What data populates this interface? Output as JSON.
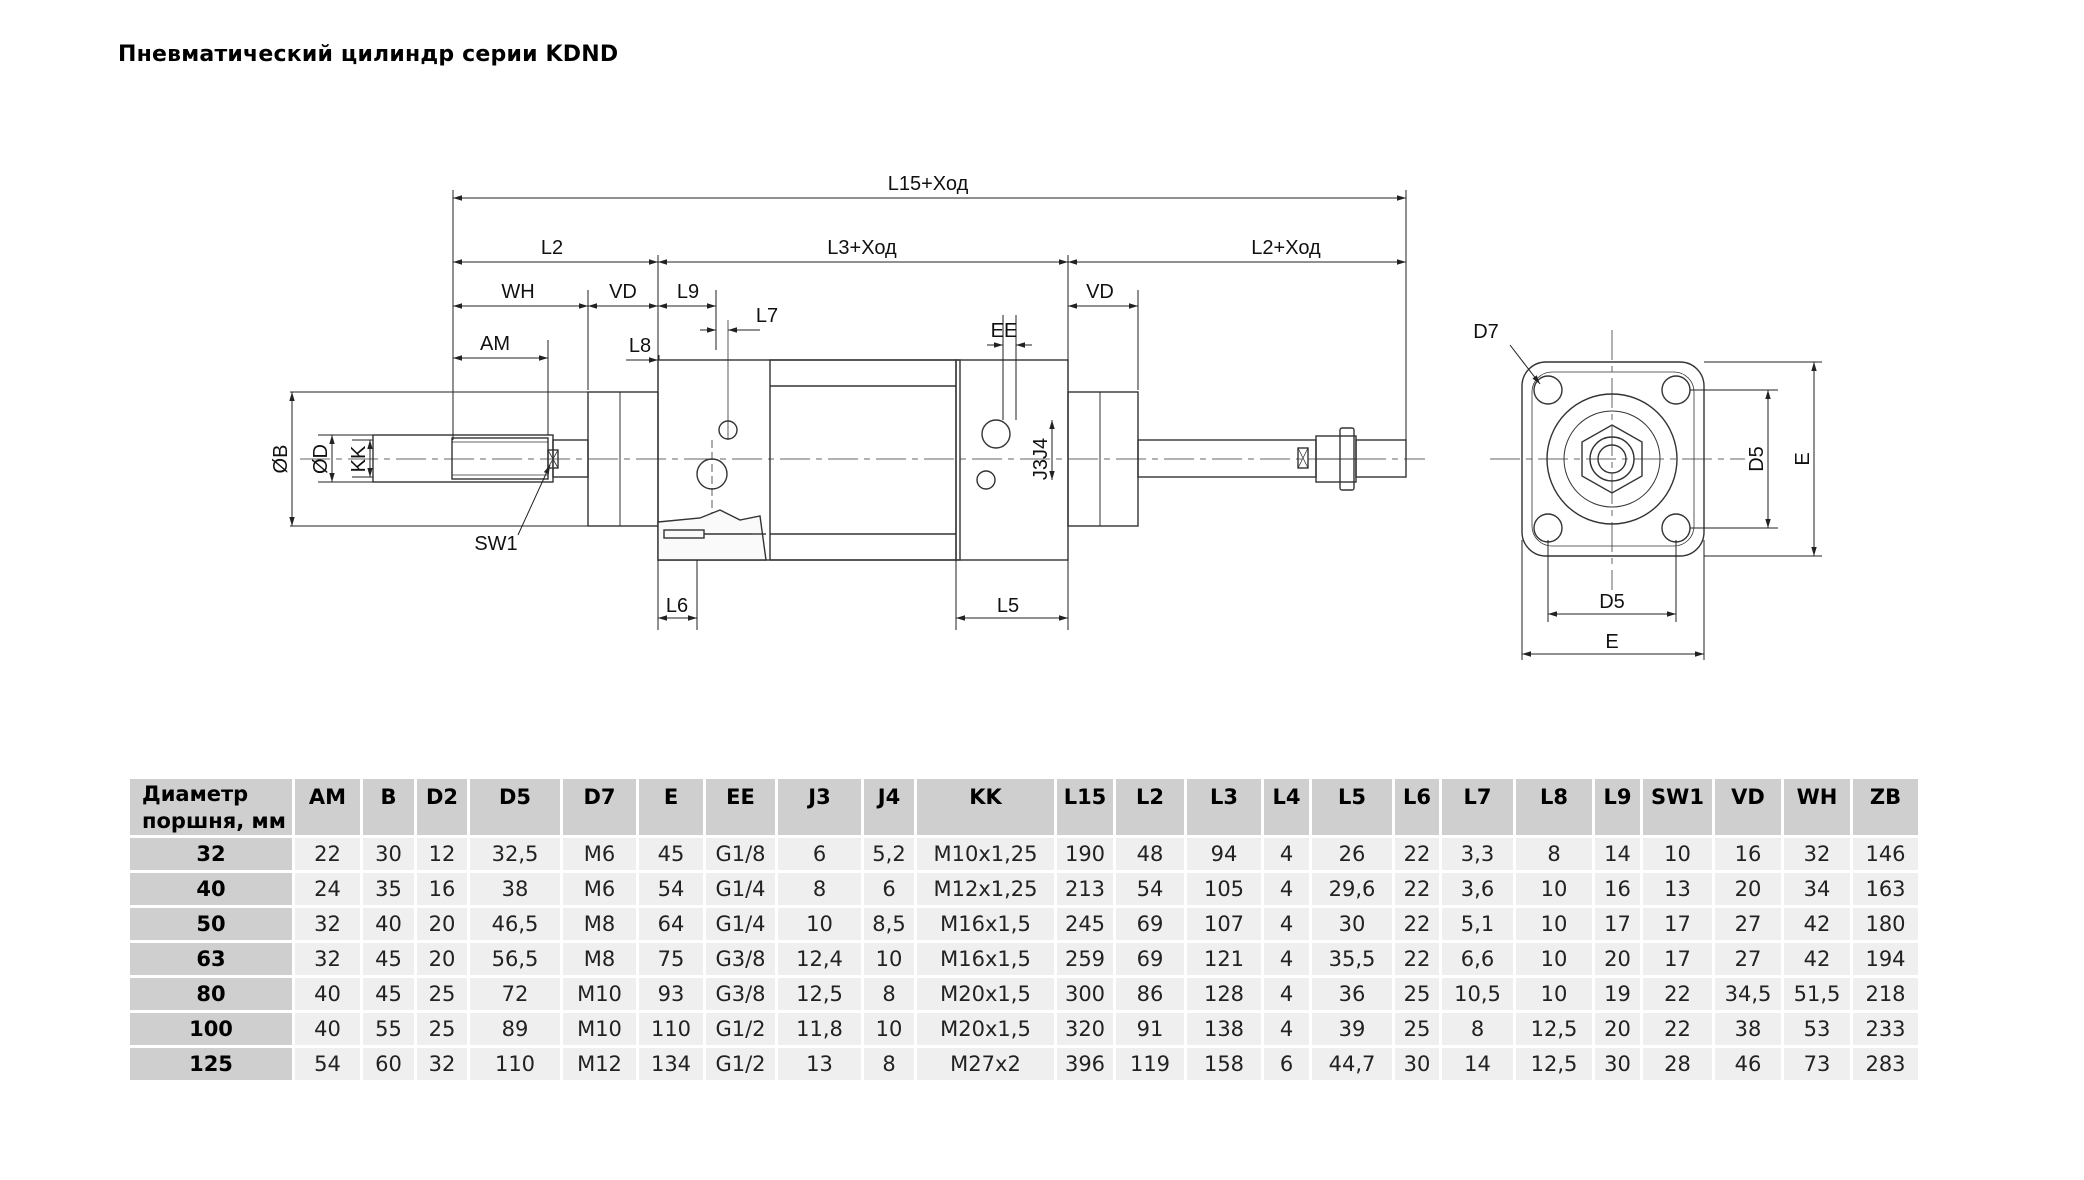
{
  "title": "Пневматический цилиндр серии KDND",
  "drawing_labels": {
    "l15_stroke": "L15+Ход",
    "l2": "L2",
    "l3_stroke": "L3+Ход",
    "l2_stroke": "L2+Ход",
    "wh": "WH",
    "vd_left": "VD",
    "l9": "L9",
    "l7": "L7",
    "ee": "EE",
    "vd_right": "VD",
    "am": "AM",
    "l8": "L8",
    "j3j4": "J3J4",
    "diam_b": "ØB",
    "diam_d": "ØD",
    "kk": "KK",
    "sw1": "SW1",
    "l6": "L6",
    "l5": "L5",
    "d7": "D7",
    "d5_vertical": "D5",
    "e_vertical": "E",
    "d5_horizontal": "D5",
    "e_horizontal": "E"
  },
  "table": {
    "first_header_line1": "Диаметр",
    "first_header_line2": "поршня, мм",
    "columns": [
      "AM",
      "B",
      "D2",
      "D5",
      "D7",
      "E",
      "EE",
      "J3",
      "J4",
      "KK",
      "L15",
      "L2",
      "L3",
      "L4",
      "L5",
      "L6",
      "L7",
      "L8",
      "L9",
      "SW1",
      "VD",
      "WH",
      "ZB"
    ],
    "rows": [
      {
        "bore": "32",
        "values": [
          "22",
          "30",
          "12",
          "32,5",
          "M6",
          "45",
          "G1/8",
          "6",
          "5,2",
          "M10x1,25",
          "190",
          "48",
          "94",
          "4",
          "26",
          "22",
          "3,3",
          "8",
          "14",
          "10",
          "16",
          "32",
          "146"
        ]
      },
      {
        "bore": "40",
        "values": [
          "24",
          "35",
          "16",
          "38",
          "M6",
          "54",
          "G1/4",
          "8",
          "6",
          "M12x1,25",
          "213",
          "54",
          "105",
          "4",
          "29,6",
          "22",
          "3,6",
          "10",
          "16",
          "13",
          "20",
          "34",
          "163"
        ]
      },
      {
        "bore": "50",
        "values": [
          "32",
          "40",
          "20",
          "46,5",
          "M8",
          "64",
          "G1/4",
          "10",
          "8,5",
          "M16x1,5",
          "245",
          "69",
          "107",
          "4",
          "30",
          "22",
          "5,1",
          "10",
          "17",
          "17",
          "27",
          "42",
          "180"
        ]
      },
      {
        "bore": "63",
        "values": [
          "32",
          "45",
          "20",
          "56,5",
          "M8",
          "75",
          "G3/8",
          "12,4",
          "10",
          "M16x1,5",
          "259",
          "69",
          "121",
          "4",
          "35,5",
          "22",
          "6,6",
          "10",
          "20",
          "17",
          "27",
          "42",
          "194"
        ]
      },
      {
        "bore": "80",
        "values": [
          "40",
          "45",
          "25",
          "72",
          "M10",
          "93",
          "G3/8",
          "12,5",
          "8",
          "M20x1,5",
          "300",
          "86",
          "128",
          "4",
          "36",
          "25",
          "10,5",
          "10",
          "19",
          "22",
          "34,5",
          "51,5",
          "218"
        ]
      },
      {
        "bore": "100",
        "values": [
          "40",
          "55",
          "25",
          "89",
          "M10",
          "110",
          "G1/2",
          "11,8",
          "10",
          "M20x1,5",
          "320",
          "91",
          "138",
          "4",
          "39",
          "25",
          "8",
          "12,5",
          "20",
          "22",
          "38",
          "53",
          "233"
        ]
      },
      {
        "bore": "125",
        "values": [
          "54",
          "60",
          "32",
          "110",
          "M12",
          "134",
          "G1/2",
          "13",
          "8",
          "M27x2",
          "396",
          "119",
          "158",
          "6",
          "44,7",
          "30",
          "14",
          "12,5",
          "30",
          "28",
          "46",
          "73",
          "283"
        ]
      }
    ]
  }
}
